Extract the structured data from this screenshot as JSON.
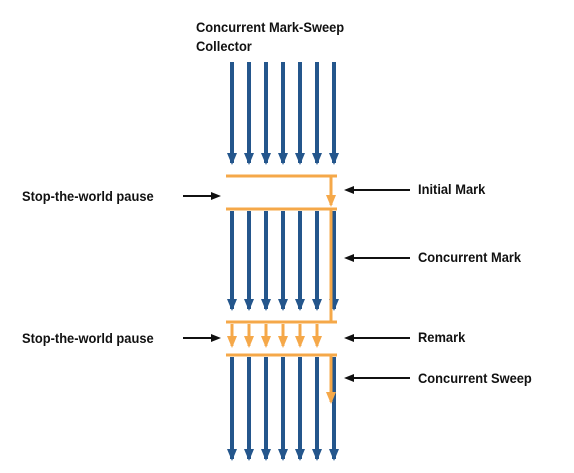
{
  "title": {
    "line1": "Concurrent Mark-Sweep",
    "line2": "Collector"
  },
  "labels": {
    "left_pause_1": "Stop-the-world pause",
    "left_pause_2": "Stop-the-world pause",
    "initial_mark": "Initial Mark",
    "concurrent_mark": "Concurrent Mark",
    "remark": "Remark",
    "concurrent_sweep": "Concurrent Sweep"
  },
  "colors": {
    "thread_blue": "#24568c",
    "collector_orange": "#f5a849",
    "pointer_black": "#111111"
  },
  "icons": {
    "thread_arrow": "arrow-down-icon",
    "pointer_arrow": "arrow-horizontal-icon"
  }
}
